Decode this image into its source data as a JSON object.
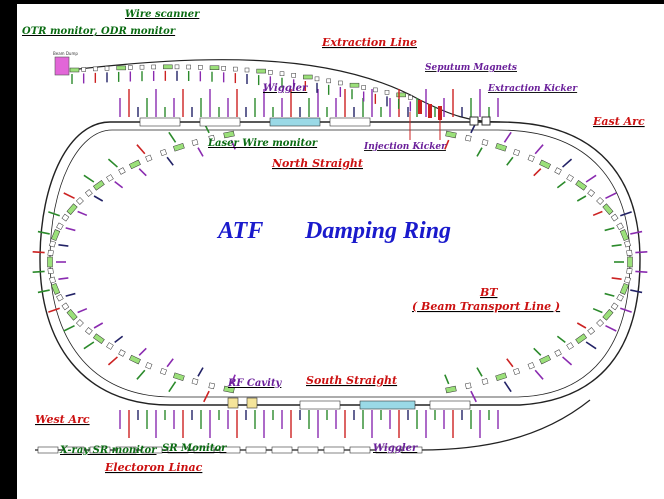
{
  "title": {
    "part1": "ATF",
    "part2": "Damping Ring"
  },
  "labels": {
    "wire_scanner": "Wire scanner",
    "otr_monitor": "OTR monitor, ODR monitor",
    "extraction_line": "Extraction Line",
    "septum_magnets": "Seputum Magnets",
    "wiggler_top": "Wiggler",
    "extraction_kicker": "Extraction Kicker",
    "east_arc": "East Arc",
    "laser_wire_monitor": "Laser Wire monitor",
    "injection_kicker": "Injection  Kicker",
    "north_straight": "North Straight",
    "bt_line1": "BT",
    "bt_line2": "( Beam  Transport Line )",
    "rf_cavity": "RF Cavity",
    "south_straight": "South Straight",
    "west_arc": "West Arc",
    "xray_sr_monitor": "X-ray SR monitor",
    "sr_monitor": "SR Monitor",
    "wiggler_bottom": "Wiggler",
    "electron_linac": "Electoron Linac",
    "beam_dump": "Beam Dump"
  },
  "colors": {
    "label_green": "#0a6b12",
    "label_red": "#cc1111",
    "label_purple": "#6a1f9a",
    "title_blue": "#1a1acc",
    "magnet_green": "#9be07a",
    "dump_magenta": "#e266d8"
  }
}
